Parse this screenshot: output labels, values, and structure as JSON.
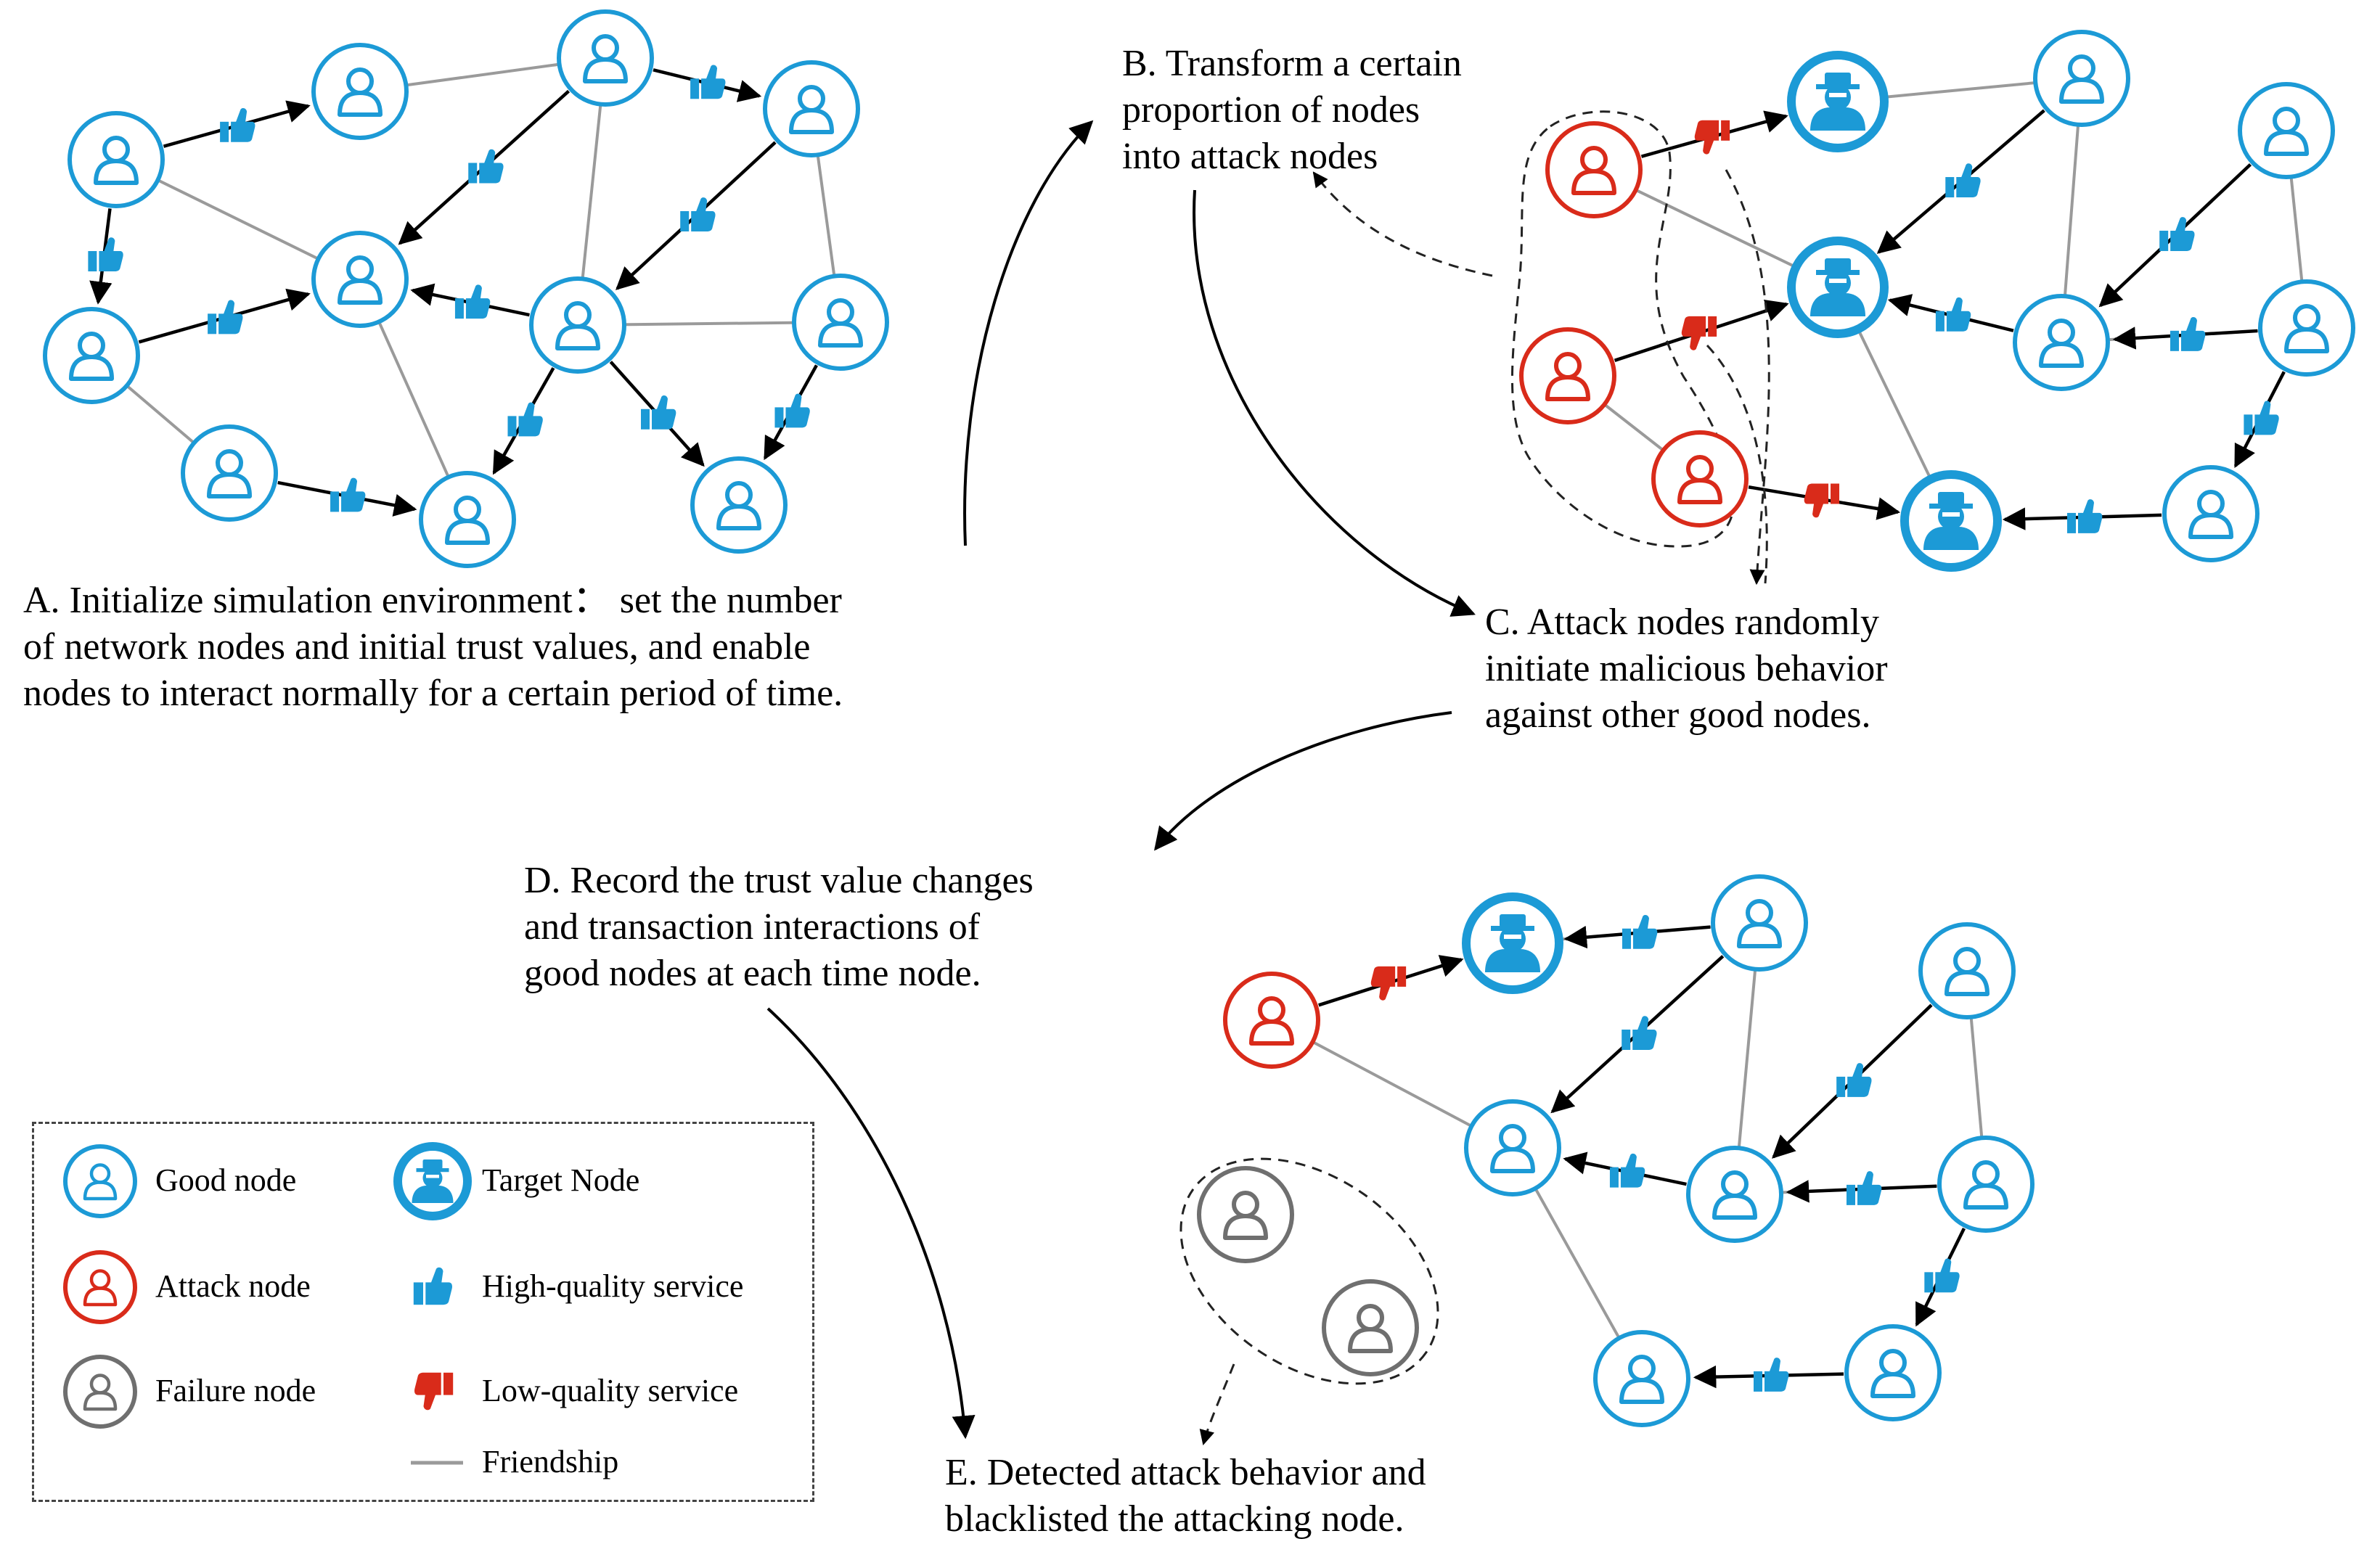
{
  "colors": {
    "good": "#1c9ad6",
    "attack": "#d92b1a",
    "failure": "#6f6f6f",
    "friendship": "#9a9a9a",
    "interaction": "#000000"
  },
  "captions": {
    "A": [
      "A. Initialize simulation environment： set the number",
      "of network nodes and initial trust values, and enable",
      "nodes to interact normally for a certain period of time."
    ],
    "B": [
      "B. Transform a certain",
      "proportion of nodes",
      "into attack nodes"
    ],
    "C": [
      "C. Attack nodes randomly",
      "initiate malicious behavior",
      "against other good nodes."
    ],
    "D": [
      "D. Record the trust value changes",
      "and transaction interactions of",
      "good nodes at each time node."
    ],
    "E": [
      "E. Detected attack behavior and",
      "blacklisted the attacking node."
    ]
  },
  "legend": {
    "good_node": "Good node",
    "target_node": "Target Node",
    "attack_node": "Attack node",
    "high_quality": "High-quality service",
    "failure_node": "Failure node",
    "low_quality": "Low-quality service",
    "friendship": "Friendship"
  },
  "icons": {
    "good": "person-icon",
    "target": "hatted-person-icon",
    "high_quality": "thumbs-up-icon",
    "low_quality": "thumbs-down-icon"
  }
}
